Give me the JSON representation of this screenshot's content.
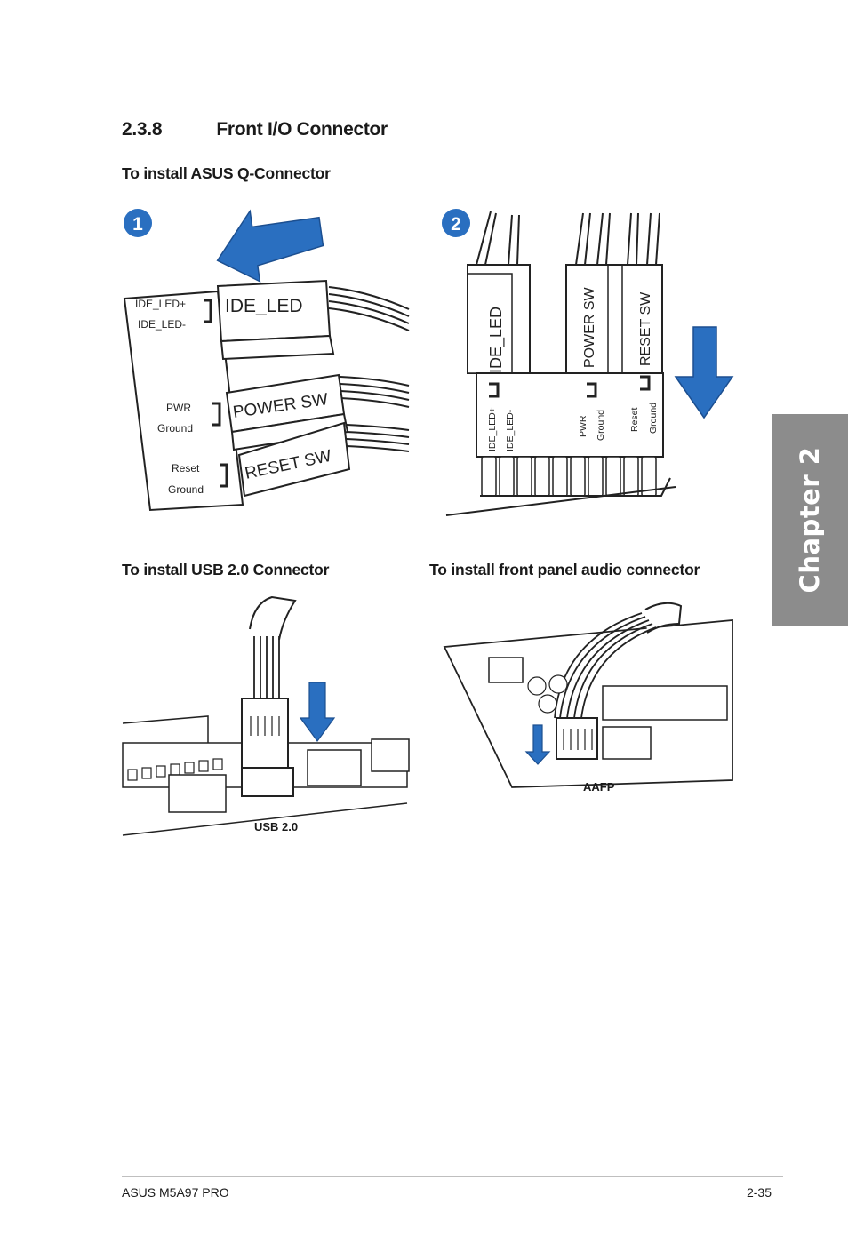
{
  "section": {
    "number": "2.3.8",
    "title": "Front I/O Connector"
  },
  "qconnector": {
    "heading": "To install ASUS Q-Connector",
    "step1": "1",
    "step2": "2",
    "panel1": {
      "pins": [
        "IDE_LED+",
        "IDE_LED-",
        "PWR",
        "Ground",
        "Reset",
        "Ground"
      ],
      "plugs": [
        "IDE_LED",
        "POWER SW",
        "RESET SW"
      ]
    },
    "panel2": {
      "plugs": [
        "IDE_LED",
        "POWER SW",
        "RESET SW"
      ],
      "pins": [
        "IDE_LED+",
        "IDE_LED-",
        "PWR",
        "Ground",
        "Reset",
        "Ground"
      ]
    }
  },
  "usb": {
    "heading": "To install USB 2.0 Connector",
    "caption": "USB 2.0"
  },
  "audio": {
    "heading": "To install front panel audio connector",
    "caption": "AAFP"
  },
  "chapter_tab": "Chapter 2",
  "footer": {
    "left": "ASUS M5A97 PRO",
    "right": "2-35"
  },
  "colors": {
    "arrow_blue": "#2a6fc0",
    "tab_gray": "#8c8c8c"
  }
}
